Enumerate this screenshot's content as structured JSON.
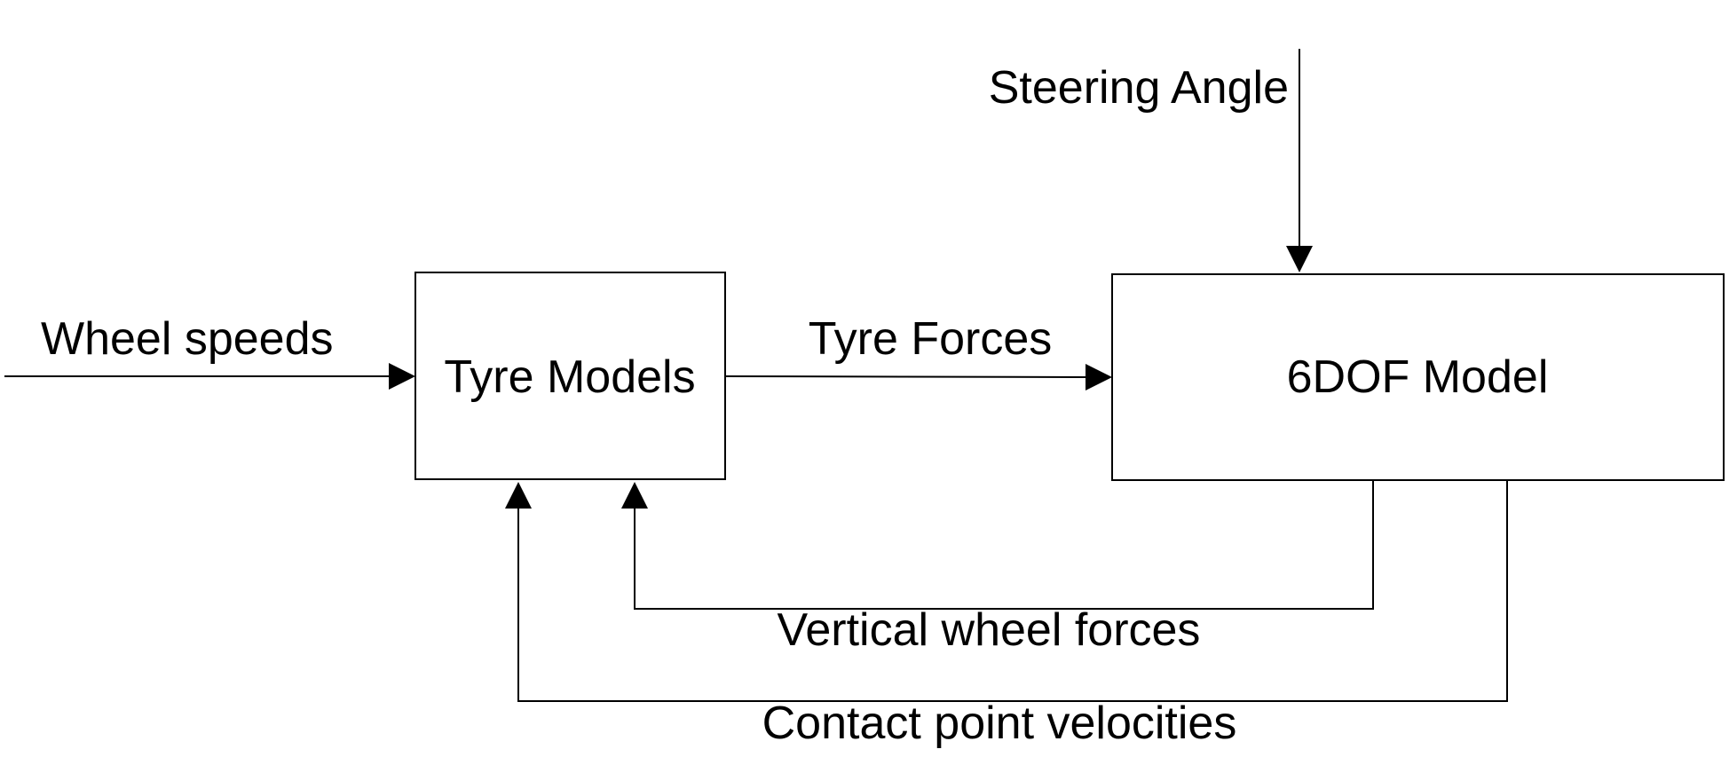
{
  "diagram": {
    "blocks": {
      "tyre_models": "Tyre Models",
      "six_dof_model": "6DOF Model"
    },
    "signals": {
      "wheel_speeds": "Wheel speeds",
      "tyre_forces": "Tyre Forces",
      "steering_angle": "Steering Angle",
      "vertical_wheel_forces": "Vertical wheel forces",
      "contact_point_velocities": "Contact point velocities"
    }
  },
  "colors": {
    "stroke": "#000000",
    "background": "#ffffff"
  }
}
